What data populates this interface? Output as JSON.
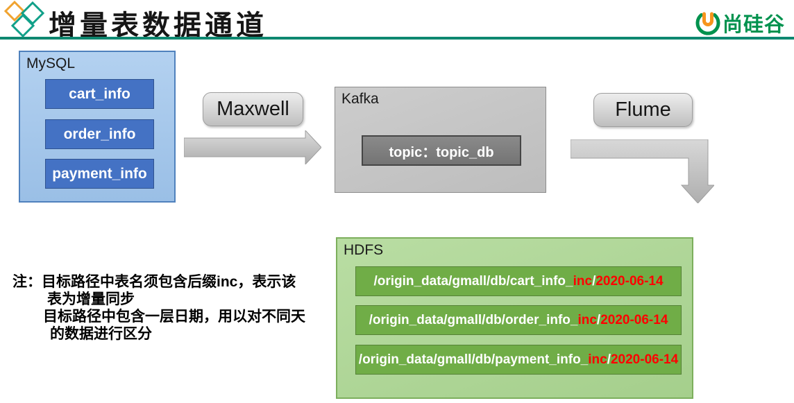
{
  "header": {
    "title": "增量表数据通道",
    "brand": "尚硅谷"
  },
  "colors": {
    "accent_teal": "#0E8870",
    "diamond_orange": "#F0A330",
    "diamond_teal": "#11A089",
    "brand_green": "#00924E",
    "mysql_fill": "#A5C9EC",
    "table_blue": "#4472C4",
    "pill_gray": "#D4D4D4",
    "kafka_gray": "#C4C4C4",
    "topic_gray": "#7F7F7F",
    "hdfs_green_light": "#ADD495",
    "bar_green": "#70AD47",
    "path_red": "#FF0000"
  },
  "mysql": {
    "label": "MySQL",
    "tables": [
      "cart_info",
      "order_info",
      "payment_info"
    ]
  },
  "maxwell": {
    "label": "Maxwell"
  },
  "kafka": {
    "label": "Kafka",
    "topic": "topic：topic_db"
  },
  "flume": {
    "label": "Flume"
  },
  "hdfs": {
    "label": "HDFS",
    "paths": [
      {
        "prefix": "/origin_data/gmall/db/cart_info_",
        "inc": "inc",
        "slash": "/",
        "date": "2020-06-14"
      },
      {
        "prefix": "/origin_data/gmall/db/order_info_",
        "inc": "inc",
        "slash": "/",
        "date": "2020-06-14"
      },
      {
        "prefix": "/origin_data/gmall/db/payment_info_",
        "inc": "inc",
        "slash": "/",
        "date": "2020-06-14"
      }
    ]
  },
  "note": {
    "lines": [
      "注：目标路径中表名须包含后缀inc，表示该",
      "表为增量同步",
      "目标路径中包含一层日期，用以对不同天",
      "的数据进行区分"
    ]
  }
}
